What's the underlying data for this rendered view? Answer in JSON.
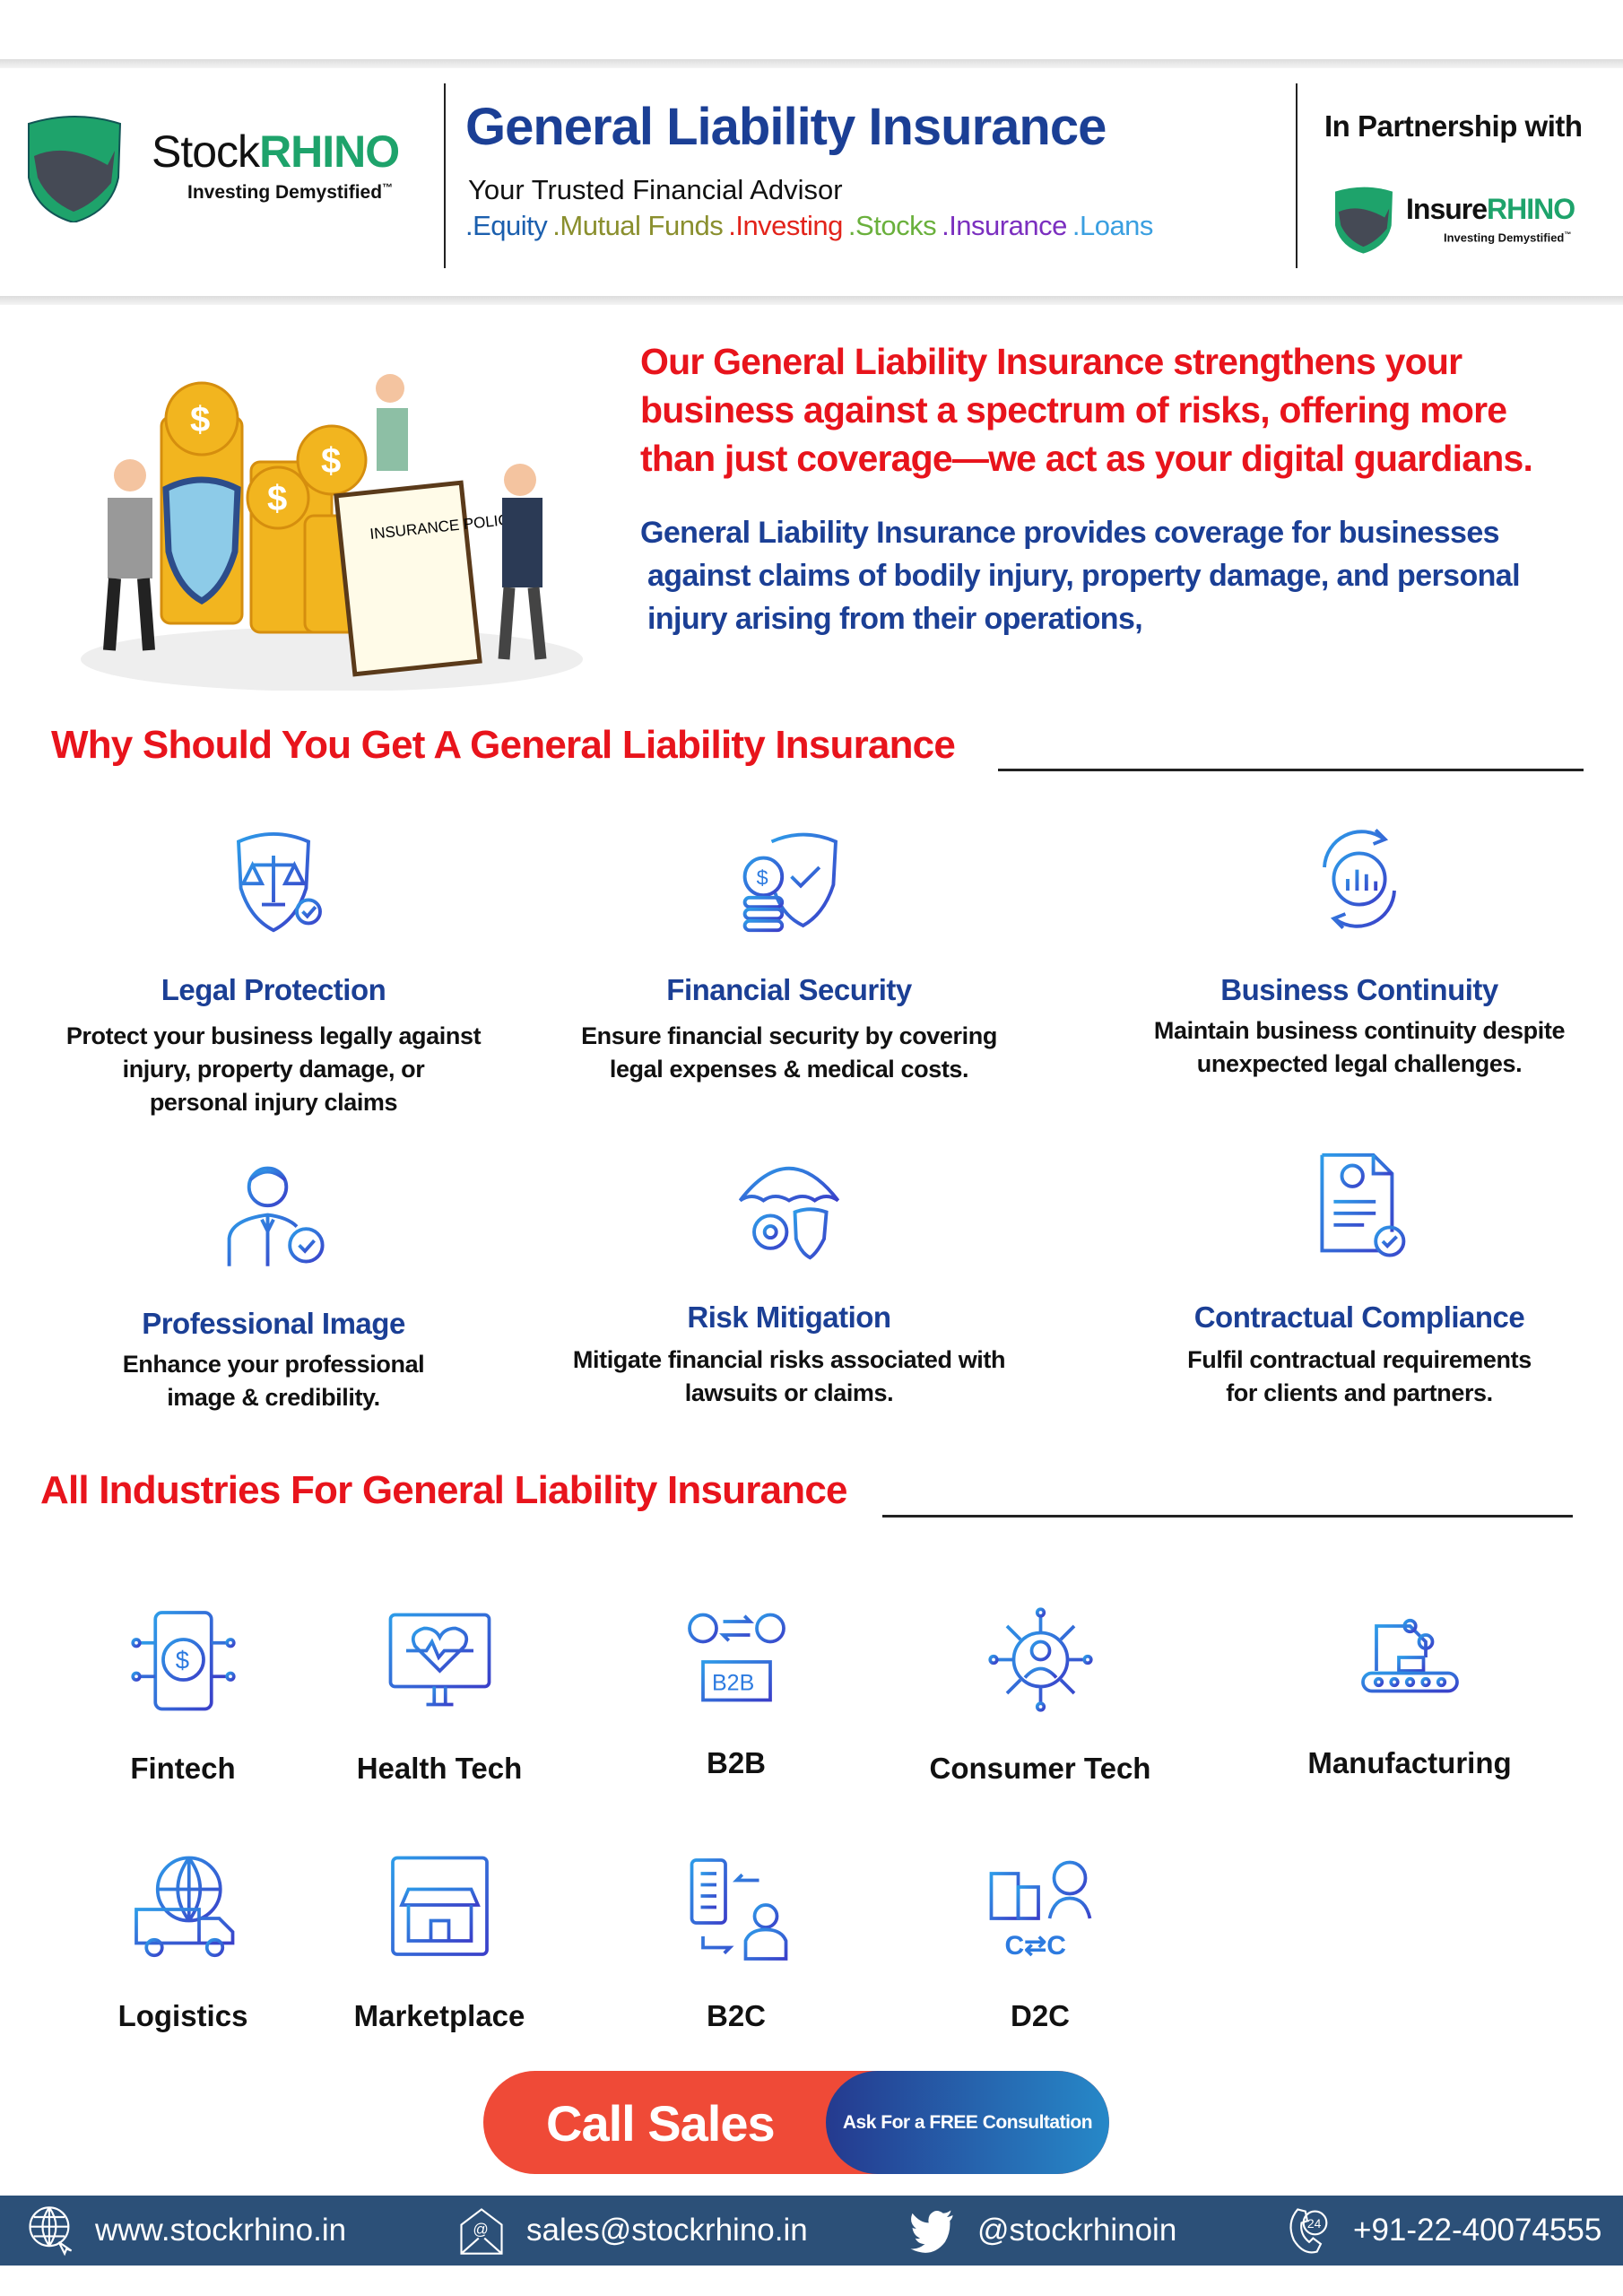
{
  "header": {
    "logo": {
      "brand_a": "Stock",
      "brand_b": "RHINO",
      "tagline": "Investing Demystified",
      "tm": "™"
    },
    "title": "General Liability Insurance",
    "subtitle": "Your  Trusted Financial Advisor",
    "tags": [
      {
        "label": ".Equity",
        "color": "#1b5fae"
      },
      {
        "label": ".Mutual Funds",
        "color": "#8a8f2e"
      },
      {
        "label": ".Investing",
        "color": "#e2231a"
      },
      {
        "label": ".Stocks",
        "color": "#6ab03c"
      },
      {
        "label": ".Insurance",
        "color": "#7b2fbf"
      },
      {
        "label": ".Loans",
        "color": "#3a9fe0"
      }
    ],
    "partnership": "In Partnership with",
    "partner_logo": {
      "brand_a": "Insure",
      "brand_b": "RHINO",
      "tagline": "Investing Demystified",
      "tm": "™"
    }
  },
  "intro": {
    "illustration_text": "INSURANCE POLICY",
    "headline": [
      "Our General Liability Insurance strengthens your",
      "business against a spectrum of risks, offering more",
      "than just coverage—we act as your digital guardians."
    ],
    "body": [
      "General Liability Insurance provides coverage for businesses",
      "against claims of bodily injury, property damage, and personal",
      "injury arising from their operations,"
    ]
  },
  "why": {
    "heading": "Why Should You Get A General Liability Insurance",
    "items": [
      {
        "title": "Legal Protection",
        "desc": [
          "Protect your business legally against",
          "injury, property damage, or",
          "personal injury claims"
        ]
      },
      {
        "title": "Financial Security",
        "desc": [
          "Ensure financial security by covering",
          "legal expenses & medical costs."
        ]
      },
      {
        "title": "Business Continuity",
        "desc": [
          "Maintain business continuity despite",
          "unexpected legal challenges."
        ]
      },
      {
        "title": "Professional Image",
        "desc": [
          "Enhance your professional",
          "image & credibility."
        ]
      },
      {
        "title": "Risk Mitigation",
        "desc": [
          "Mitigate financial risks associated with",
          "lawsuits or claims."
        ]
      },
      {
        "title": "Contractual Compliance",
        "desc": [
          "Fulfil contractual requirements",
          "for clients and partners."
        ]
      }
    ]
  },
  "industries": {
    "heading": "All Industries For General Liability Insurance",
    "items": [
      "Fintech",
      "Health Tech",
      "B2B",
      "Consumer Tech",
      "Manufacturing",
      "Logistics",
      "Marketplace",
      "B2C",
      "D2C"
    ],
    "b2b_icon_text": "B2B",
    "c2c_icon_text": "C⇄C"
  },
  "cta": {
    "label": "Call Sales",
    "secondary": "Ask For a FREE Consultation"
  },
  "footer": {
    "website": "www.stockrhino.in",
    "email": "sales@stockrhino.in",
    "twitter": "@stockrhinoin",
    "phone": "+91-22-40074555",
    "phone_badge": "24"
  },
  "colors": {
    "red": "#e8141c",
    "navy": "#1b3f95",
    "footer": "#2c5078",
    "green": "#1ea36b"
  }
}
